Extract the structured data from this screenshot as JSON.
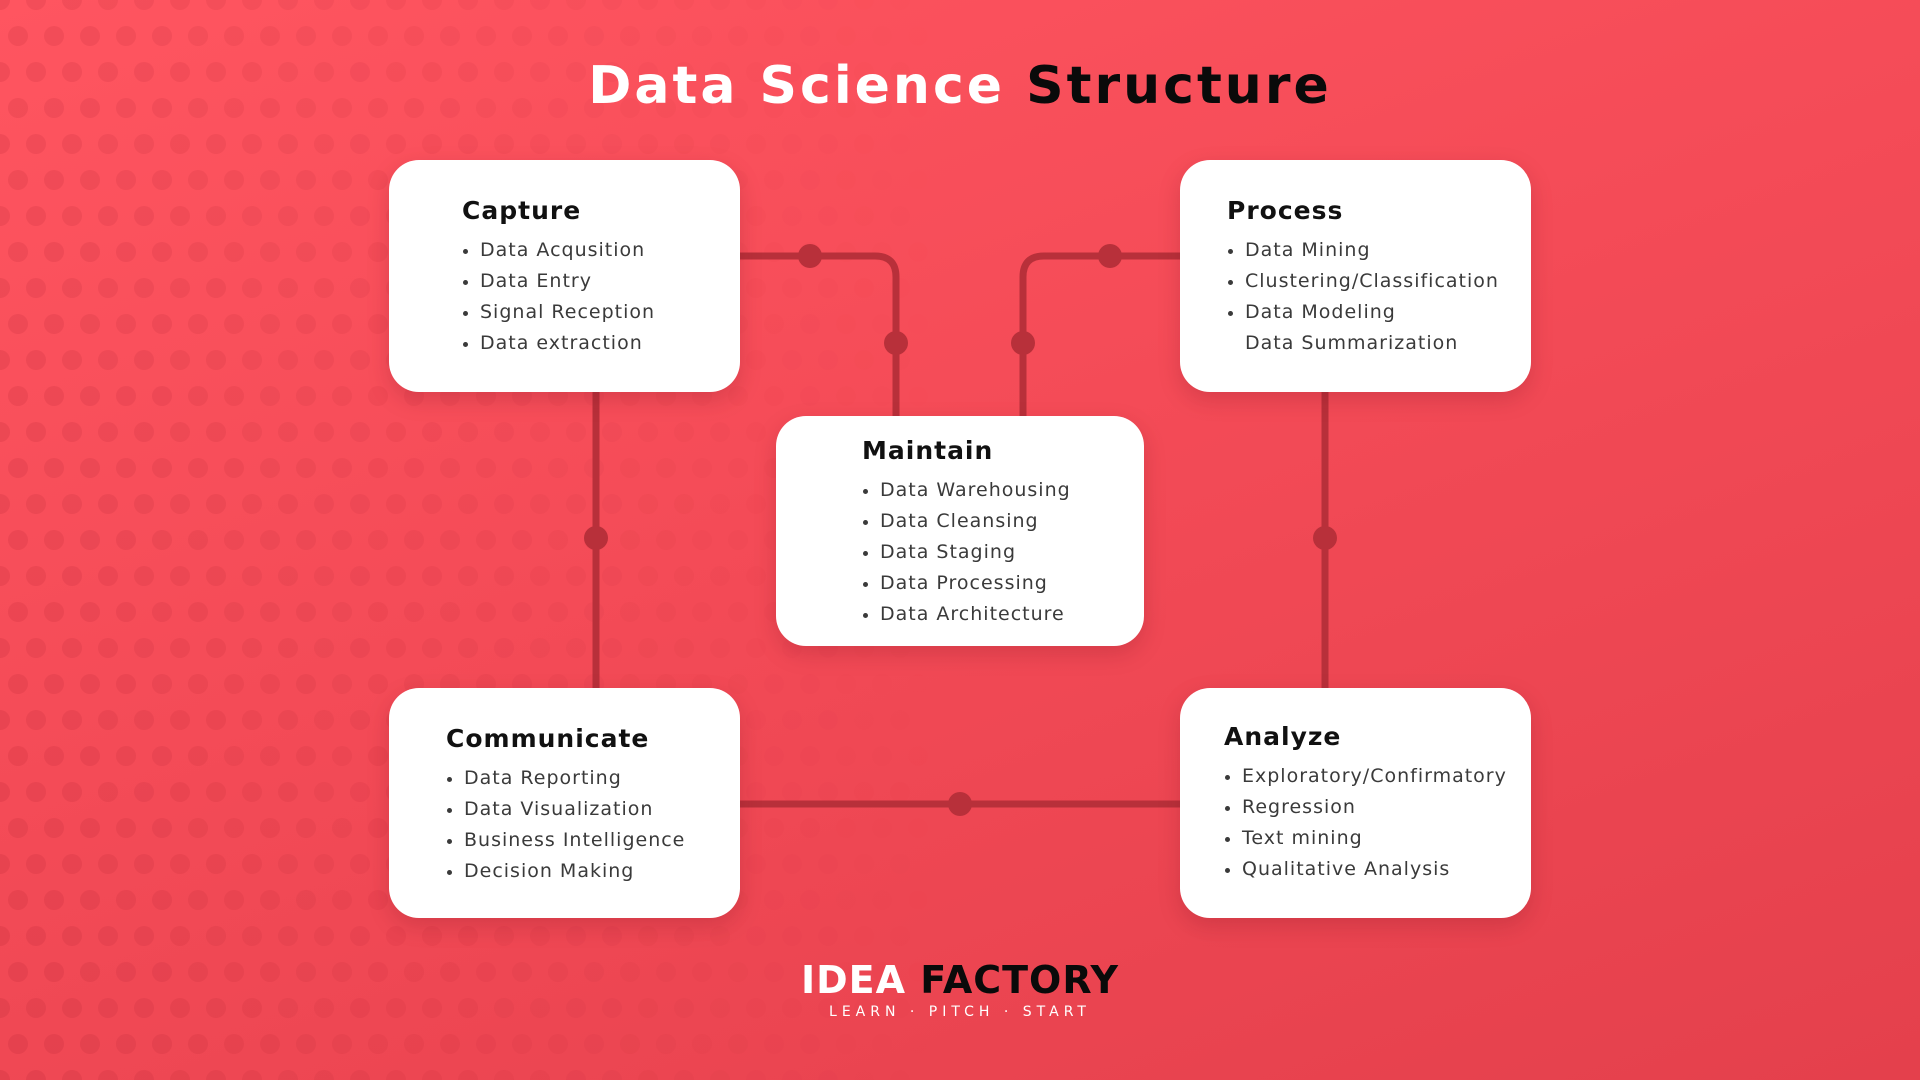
{
  "title": {
    "part1": "Data Science",
    "part2": "Structure"
  },
  "cards": {
    "capture": {
      "heading": "Capture",
      "items": [
        "Data Acqusition",
        "Data Entry",
        "Signal Reception",
        "Data extraction"
      ]
    },
    "process": {
      "heading": "Process",
      "items": [
        "Data Mining",
        "Clustering/Classification",
        "Data Modeling",
        "Data Summarization"
      ]
    },
    "maintain": {
      "heading": "Maintain",
      "items": [
        "Data Warehousing",
        "Data Cleansing",
        "Data Staging",
        "Data Processing",
        "Data Architecture"
      ]
    },
    "communicate": {
      "heading": "Communicate",
      "items": [
        "Data Reporting",
        "Data Visualization",
        "Business Intelligence",
        "Decision Making"
      ]
    },
    "analyze": {
      "heading": "Analyze",
      "items": [
        "Exploratory/Confirmatory",
        "Regression",
        "Text mining",
        "Qualitative Analysis"
      ]
    }
  },
  "logo": {
    "part1": "IDEA",
    "part2": "FACTORY",
    "tagline": "LEARN · PITCH · START"
  },
  "colors": {
    "background": "#f44b57",
    "connector": "#b8303a",
    "card": "#ffffff",
    "heading": "#111111",
    "text": "#3a3a3a"
  }
}
